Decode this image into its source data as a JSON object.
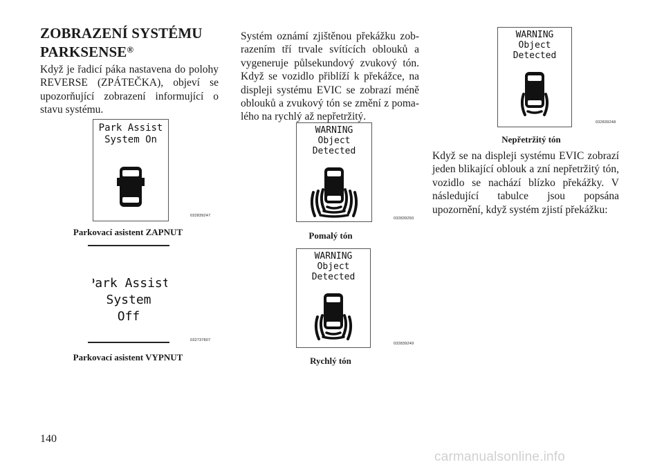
{
  "heading": {
    "line1": "ZOBRAZENÍ SYSTÉMU",
    "line2": "PARKSENSE",
    "reg": "®"
  },
  "intro_text": "Když je řadicí páka nastavena do polohy REVERSE (ZPÁTEČKA), objeví se upozorňující zobrazení informující o stavu systému.",
  "figures": {
    "on": {
      "lines": [
        "Park Assist",
        "System On"
      ],
      "code": "032839247",
      "caption": "Parkovací asistent ZAPNUT"
    },
    "off": {
      "lines": [
        "Park Assist",
        "System",
        "Off"
      ],
      "code": "032737807",
      "caption": "Parkovací asistent VYPNUT"
    },
    "slow": {
      "lines": [
        "WARNING",
        "Object",
        "Detected"
      ],
      "code": "032839250",
      "caption": "Pomalý tón",
      "arcs": 3
    },
    "fast": {
      "lines": [
        "WARNING",
        "Object",
        "Detected"
      ],
      "code": "032839249",
      "caption": "Rychlý tón",
      "arcs": 2
    },
    "cont": {
      "lines": [
        "WARNING",
        "Object",
        "Detected"
      ],
      "code": "032839248",
      "caption": "Nepřetržitý tón",
      "arcs": 1
    }
  },
  "col2_text": "Systém oznámí zjištěnou překážku zob­razením tří trvale svítících oblouků a vygeneruje půlsekundový zvukový tón. Když se vozidlo přiblíží k překážce, na displeji systému EVIC se zobrazí méně oblouků a zvukový tón se změní z poma­lého na rychlý až nepřetržitý.",
  "col3_text": "Když se na displeji systému EVIC zob­razí jeden blikající oblouk a zní nepře­tržitý tón, vozidlo se nachází blízko pře­kážky. V následující tabulce jsou popsána upozornění, když systém zjistí překážku:",
  "page_number": "140",
  "watermark": "carmanualsonline.info"
}
